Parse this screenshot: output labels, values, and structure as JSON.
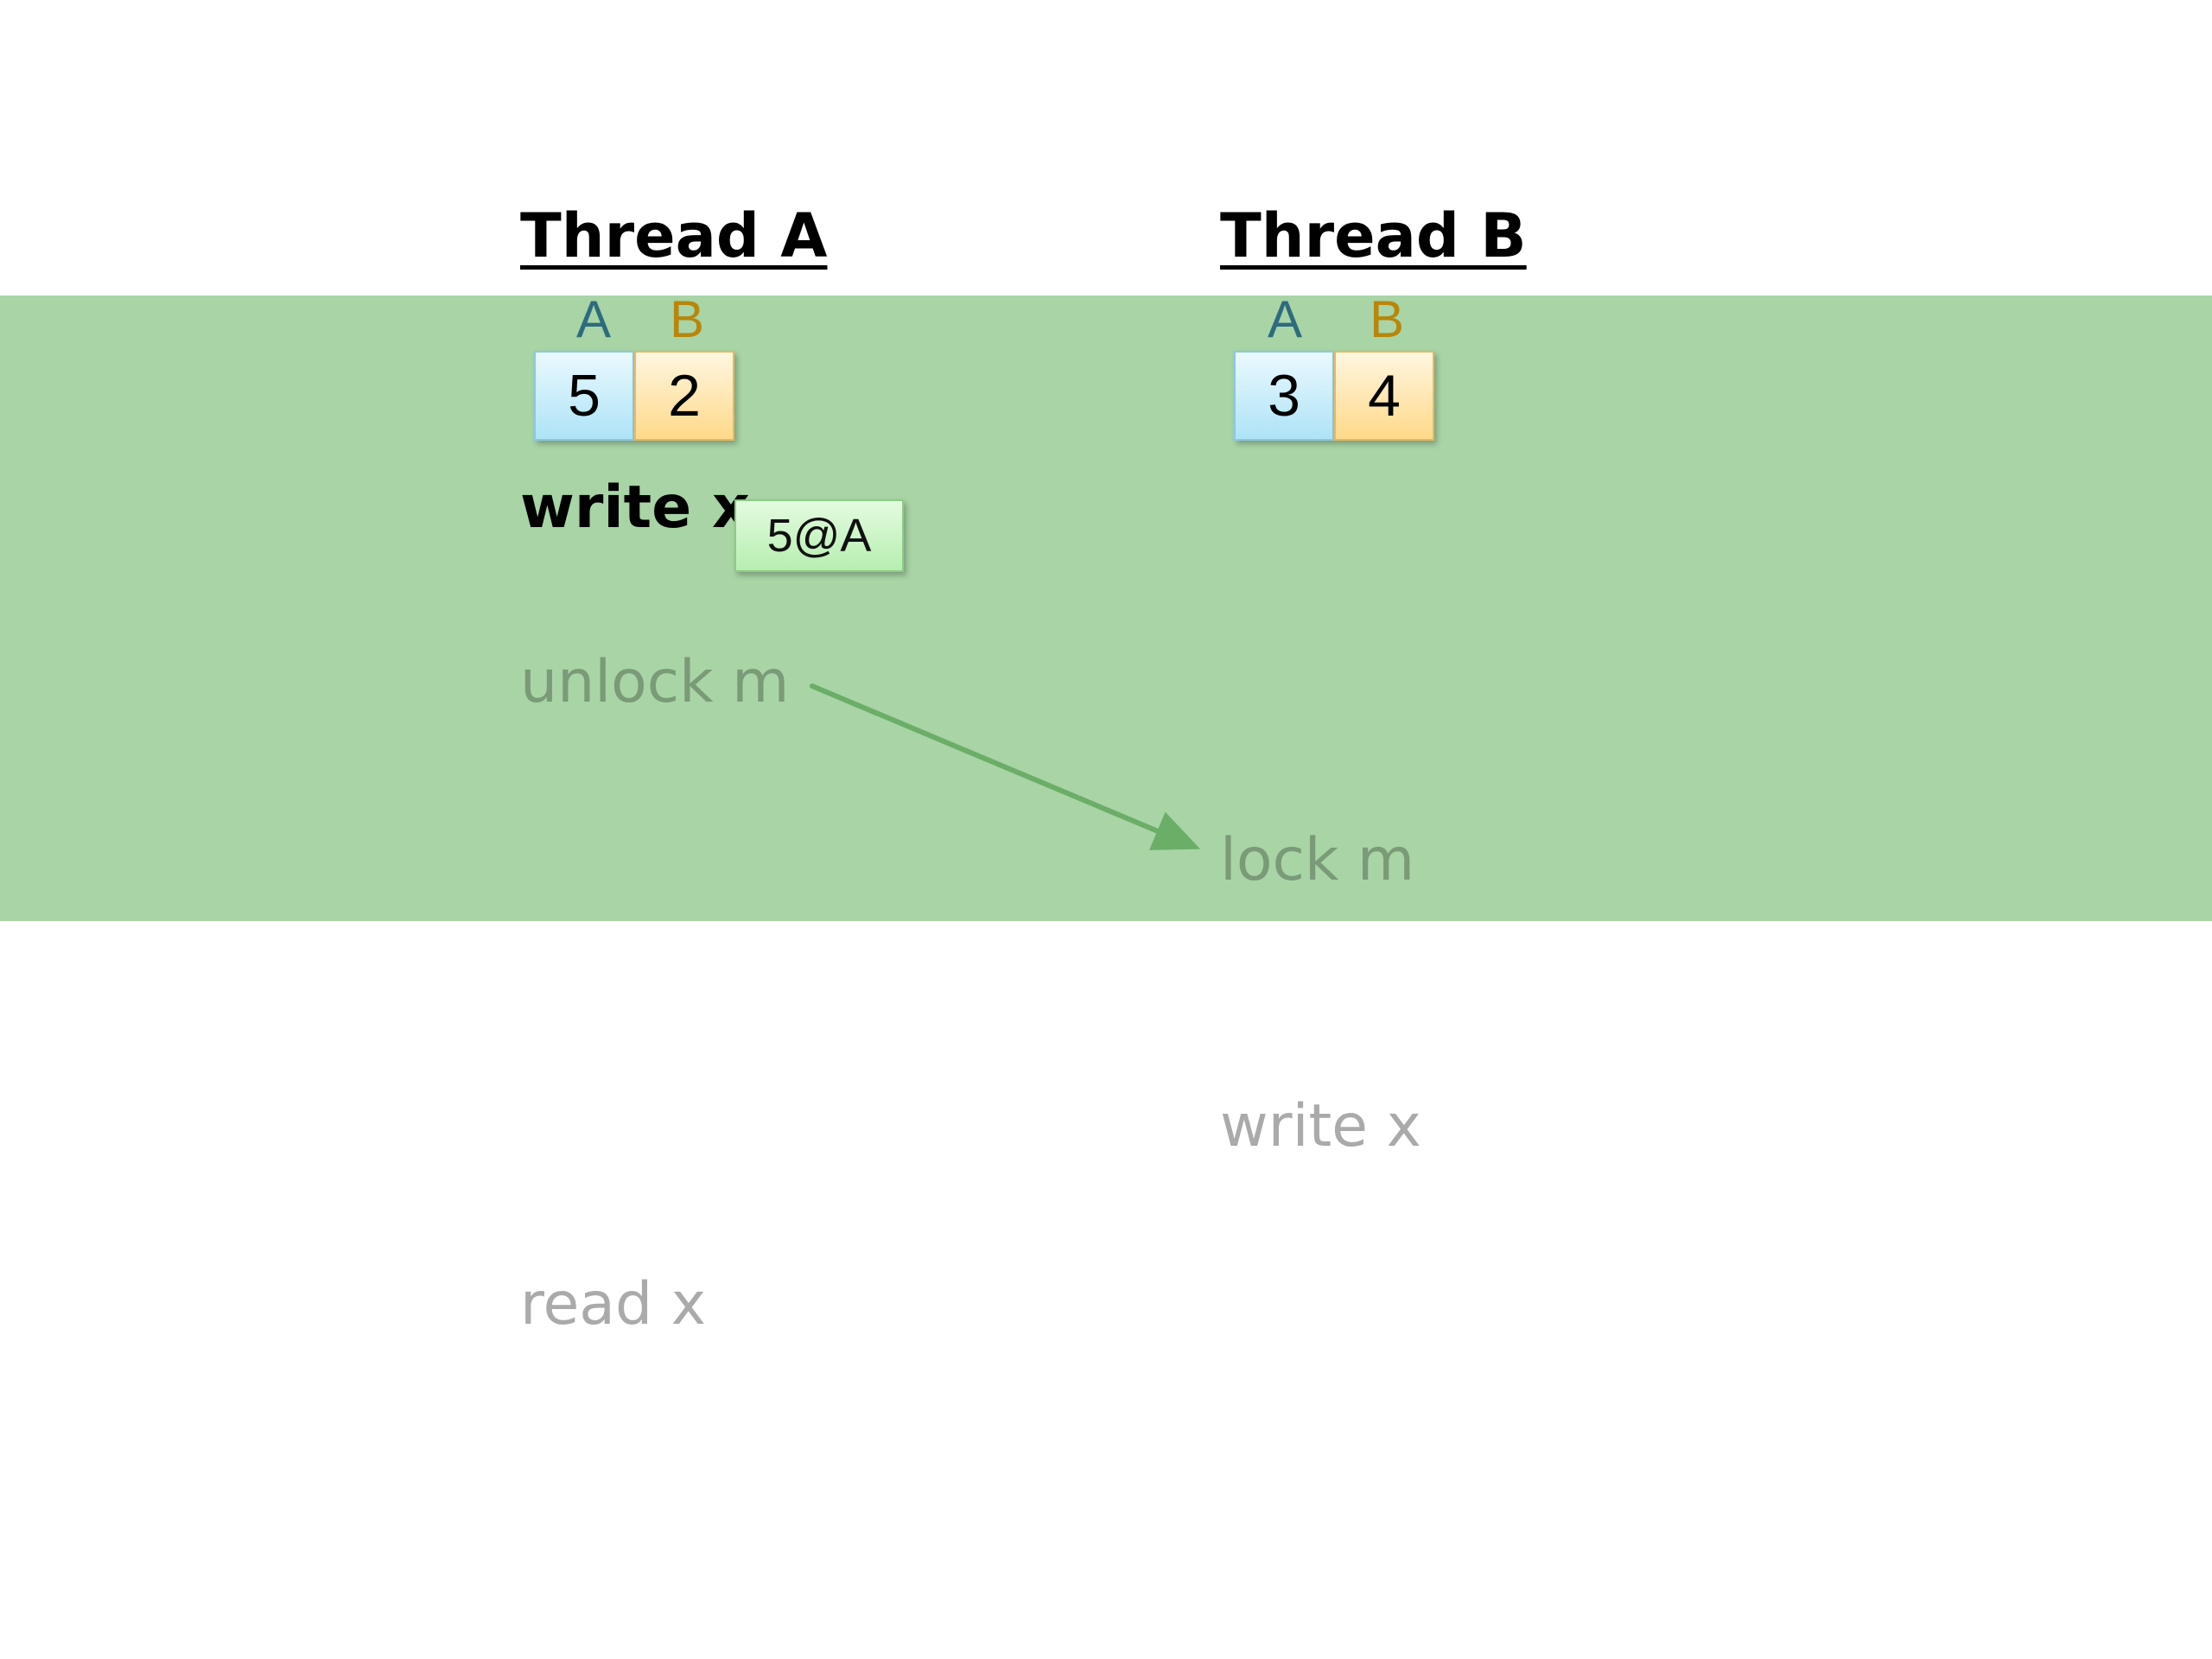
{
  "threads": [
    {
      "title": "Thread A",
      "clock": {
        "label_a": "A",
        "label_b": "B",
        "value_a": "5",
        "value_b": "2"
      }
    },
    {
      "title": "Thread B",
      "clock": {
        "label_a": "A",
        "label_b": "B",
        "value_a": "3",
        "value_b": "4"
      }
    }
  ],
  "statements": {
    "a_write": "write  x",
    "a_unlock": "unlock m",
    "a_read": "read x",
    "b_lock": "lock m",
    "b_write": "write x"
  },
  "write_tag": "5@A",
  "colors": {
    "band": "#a8d4a6",
    "clock_a_label": "#2f6b7e",
    "clock_b_label": "#b8860b",
    "arrow": "#6aae67",
    "sync_text": "#7a9a78",
    "future_text": "#aaaaaa"
  }
}
